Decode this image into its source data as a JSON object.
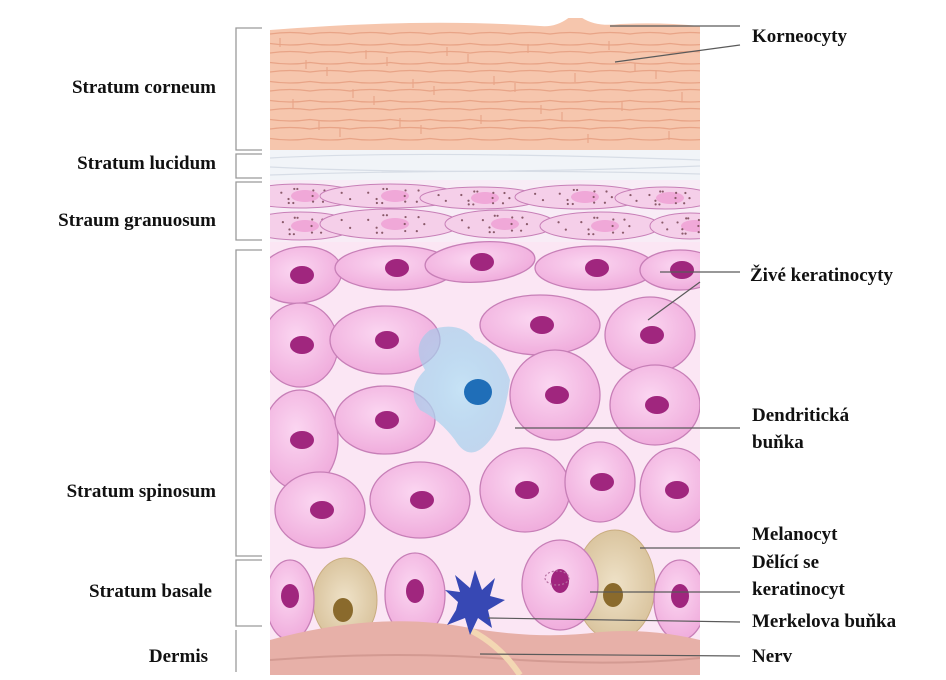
{
  "figure": {
    "layers": {
      "corneum": "Stratum corneum",
      "lucidum": "Stratum lucidum",
      "granulosum": "Straum granuosum",
      "spinosum": "Stratum spinosum",
      "basale": "Stratum basale",
      "dermis": "Dermis"
    },
    "callouts": {
      "korneocyty": "Korneocyty",
      "zive": "Živé keratinocyty",
      "dendriticka_1": "Dendritická",
      "dendriticka_2": "buňka",
      "melanocyt": "Melanocyt",
      "delici_1": "Dělící se",
      "delici_2": "keratinocyt",
      "merkel": "Merkelova buňka",
      "nerv": "Nerv"
    },
    "colors": {
      "corneum": "#f6c6ad",
      "corneum_line": "#e8a487",
      "lucidum": "#f1f4f8",
      "cell_fill": "#f4b8e4",
      "cell_stroke": "#c77fb7",
      "nucleus": "#a0267e",
      "dendritic": "#9ccbea",
      "dendritic_nucleus": "#1f6eb8",
      "melanocyte": "#e5d3b3",
      "merkel": "#3748b4",
      "dermis": "#e7b0a8",
      "bracket": "#9a9a9a"
    }
  }
}
